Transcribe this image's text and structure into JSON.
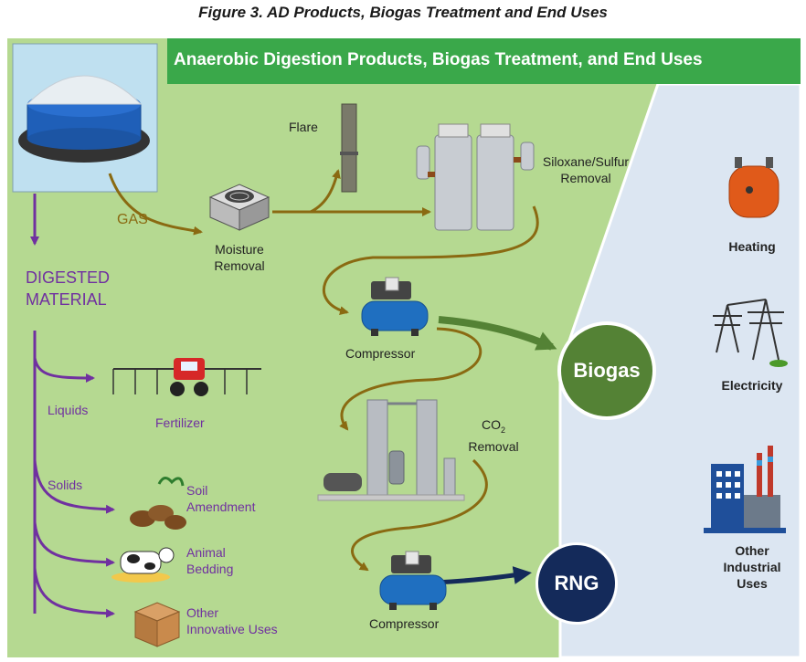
{
  "figure_title": "Figure 3. AD Products, Biogas Treatment and End Uses",
  "banner_title": "Anaerobic Digestion Products, Biogas Treatment, and End Uses",
  "flow": {
    "gas": "GAS",
    "digested_line1": "DIGESTED",
    "digested_line2": "MATERIAL",
    "flare": "Flare",
    "moisture_line1": "Moisture",
    "moisture_line2": "Removal",
    "siloxane_line1": "Siloxane/Sulfur",
    "siloxane_line2": "Removal",
    "compressor1": "Compressor",
    "co2_line1": "CO",
    "co2_sub": "2",
    "co2_line2": "Removal",
    "compressor2": "Compressor"
  },
  "products": {
    "biogas": "Biogas",
    "rng": "RNG"
  },
  "digestate": {
    "liquids": "Liquids",
    "solids": "Solids",
    "fertilizer": "Fertilizer",
    "soil_line1": "Soil",
    "soil_line2": "Amendment",
    "bedding_line1": "Animal",
    "bedding_line2": "Bedding",
    "other_line1": "Other",
    "other_line2": "Innovative Uses"
  },
  "end_uses": {
    "heating": "Heating",
    "electricity": "Electricity",
    "other_line1": "Other",
    "other_line2": "Industrial",
    "other_line3": "Uses"
  },
  "colors": {
    "background_green": "#b5d991",
    "banner_green": "#3aa84a",
    "panel_blue": "#dce6f2",
    "biogas_circle": "#548235",
    "rng_circle": "#142a5a",
    "digestate_purple": "#7030a0",
    "gas_brown": "#8a6a12"
  }
}
